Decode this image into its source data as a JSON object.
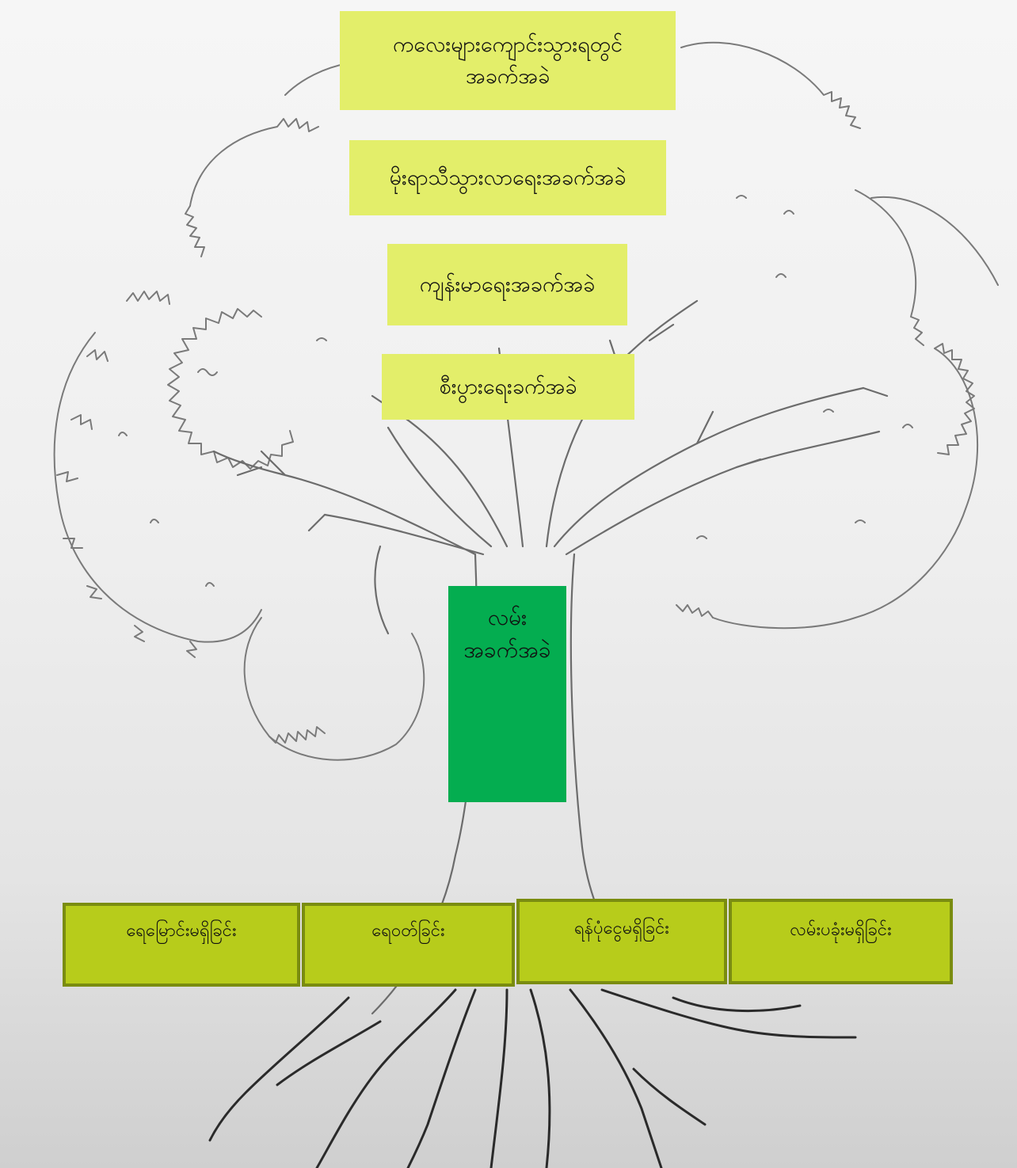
{
  "branches": {
    "items": [
      {
        "label": "ကလေးများကျောင်းသွားရတွင်အခက်အခဲ"
      },
      {
        "label": "မိုးရာသီသွားလာရေးအခက်အခဲ"
      },
      {
        "label": "ကျန်းမာရေးအခက်အခဲ"
      },
      {
        "label": "စီးပွားရေးခက်အခဲ"
      }
    ]
  },
  "trunk": {
    "label": "လမ်းအခက်အခဲ"
  },
  "roots": {
    "items": [
      {
        "label": "ရေမြောင်းမရှိခြင်း"
      },
      {
        "label": "ရေဝတ်ခြင်း"
      },
      {
        "label": "ရန်ပုံငွေမရှိခြင်း"
      },
      {
        "label": "လမ်းပခုံးမရှိခြင်း"
      }
    ]
  },
  "colors": {
    "branch_box": "#e3ee6a",
    "trunk_box": "#04ad50",
    "root_box": "#b7cc1b",
    "root_border": "#7a8c10",
    "pencil": "#6a6a6a",
    "root_pencil": "#2a2a2a"
  }
}
